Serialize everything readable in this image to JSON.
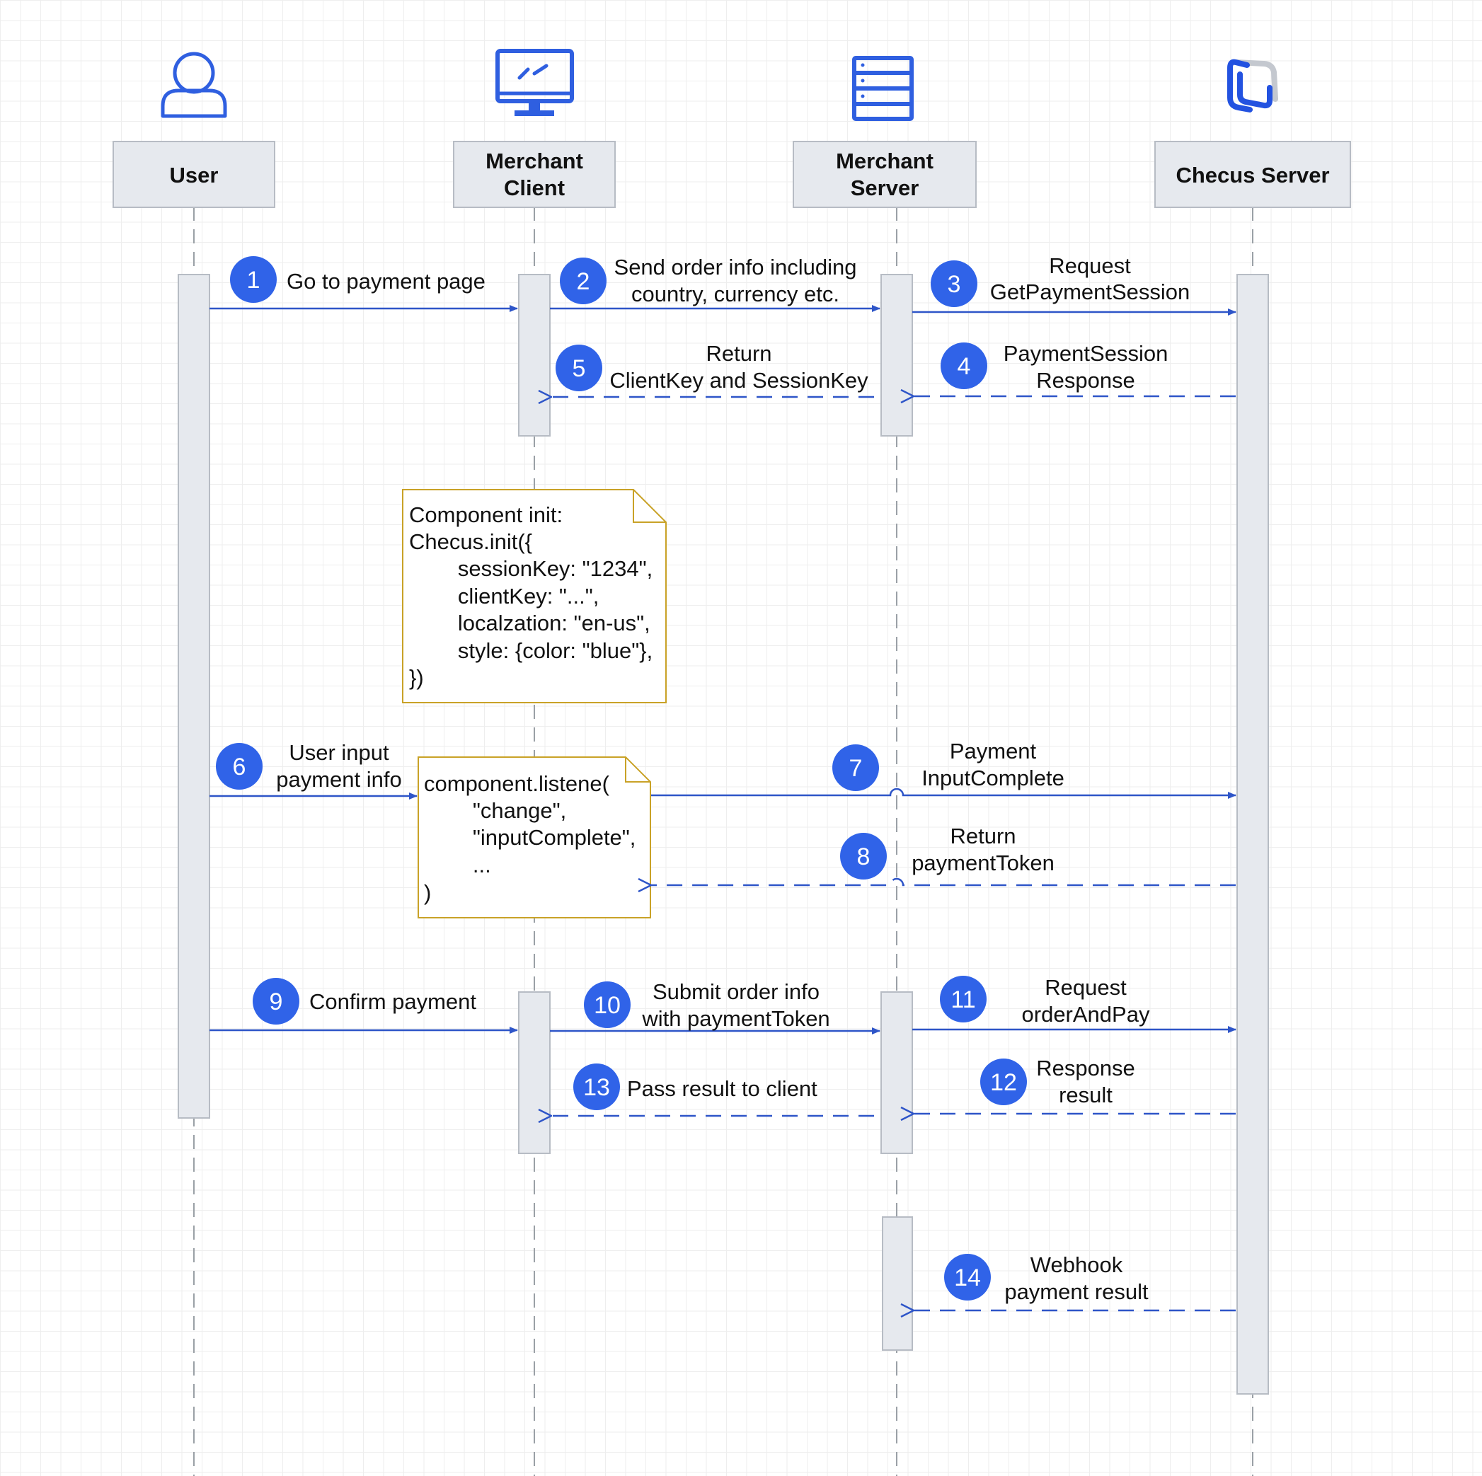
{
  "colors": {
    "accent": "#2f5fe0",
    "badge": "#3063e8",
    "line": "#2e55c8",
    "lifeline": "#9aa0a6",
    "box_fill": "#e6e9ee",
    "box_stroke": "#b7bcc4",
    "note_stroke": "#c9a227",
    "note_fill": "#ffffff"
  },
  "participants": [
    {
      "id": "user",
      "icon": "user-icon",
      "label_lines": [
        "User"
      ]
    },
    {
      "id": "merchant-client",
      "icon": "monitor-icon",
      "label_lines": [
        "Merchant",
        "Client"
      ]
    },
    {
      "id": "merchant-server",
      "icon": "server-icon",
      "label_lines": [
        "Merchant",
        "Server"
      ]
    },
    {
      "id": "checus-server",
      "icon": "checus-logo-icon",
      "label_lines": [
        "Checus Server"
      ]
    }
  ],
  "steps": [
    {
      "n": "1",
      "from": "user",
      "to": "merchant-client",
      "style": "solid",
      "text_lines": [
        "Go to payment page"
      ]
    },
    {
      "n": "2",
      "from": "merchant-client",
      "to": "merchant-server",
      "style": "solid",
      "text_lines": [
        "Send order info including",
        "country, currency etc."
      ]
    },
    {
      "n": "3",
      "from": "merchant-server",
      "to": "checus-server",
      "style": "solid",
      "text_lines": [
        "Request",
        "GetPaymentSession"
      ]
    },
    {
      "n": "4",
      "from": "checus-server",
      "to": "merchant-server",
      "style": "dashed",
      "text_lines": [
        "PaymentSession",
        "Response"
      ]
    },
    {
      "n": "5",
      "from": "merchant-server",
      "to": "merchant-client",
      "style": "dashed",
      "text_lines": [
        "Return",
        "ClientKey and SessionKey"
      ]
    },
    {
      "n": "6",
      "from": "user",
      "to": "merchant-client",
      "style": "solid",
      "text_lines": [
        "User input",
        "payment info"
      ]
    },
    {
      "n": "7",
      "from": "merchant-client",
      "to": "checus-server",
      "style": "solid",
      "text_lines": [
        "Payment",
        "InputComplete"
      ]
    },
    {
      "n": "8",
      "from": "checus-server",
      "to": "merchant-client",
      "style": "dashed",
      "text_lines": [
        "Return",
        "paymentToken"
      ]
    },
    {
      "n": "9",
      "from": "user",
      "to": "merchant-client",
      "style": "solid",
      "text_lines": [
        "Confirm payment"
      ]
    },
    {
      "n": "10",
      "from": "merchant-client",
      "to": "merchant-server",
      "style": "solid",
      "text_lines": [
        "Submit order info",
        "with paymentToken"
      ]
    },
    {
      "n": "11",
      "from": "merchant-server",
      "to": "checus-server",
      "style": "solid",
      "text_lines": [
        "Request",
        "orderAndPay"
      ]
    },
    {
      "n": "12",
      "from": "checus-server",
      "to": "merchant-server",
      "style": "dashed",
      "text_lines": [
        "Response",
        "result"
      ]
    },
    {
      "n": "13",
      "from": "merchant-server",
      "to": "merchant-client",
      "style": "dashed",
      "text_lines": [
        "Pass result to client"
      ]
    },
    {
      "n": "14",
      "from": "checus-server",
      "to": "merchant-server",
      "style": "dashed",
      "text_lines": [
        "Webhook",
        "payment result"
      ]
    }
  ],
  "notes": [
    {
      "id": "component-init",
      "lines": [
        "Component init:",
        "Checus.init({",
        "        sessionKey: \"1234\",",
        "        clientKey: \"...\",",
        "        localzation: \"en-us\",",
        "        style: {color: \"blue\"},",
        "})"
      ]
    },
    {
      "id": "component-listener",
      "lines": [
        "component.listene(",
        "        \"change\",",
        "        \"inputComplete\",",
        "        ...",
        ")"
      ]
    }
  ]
}
